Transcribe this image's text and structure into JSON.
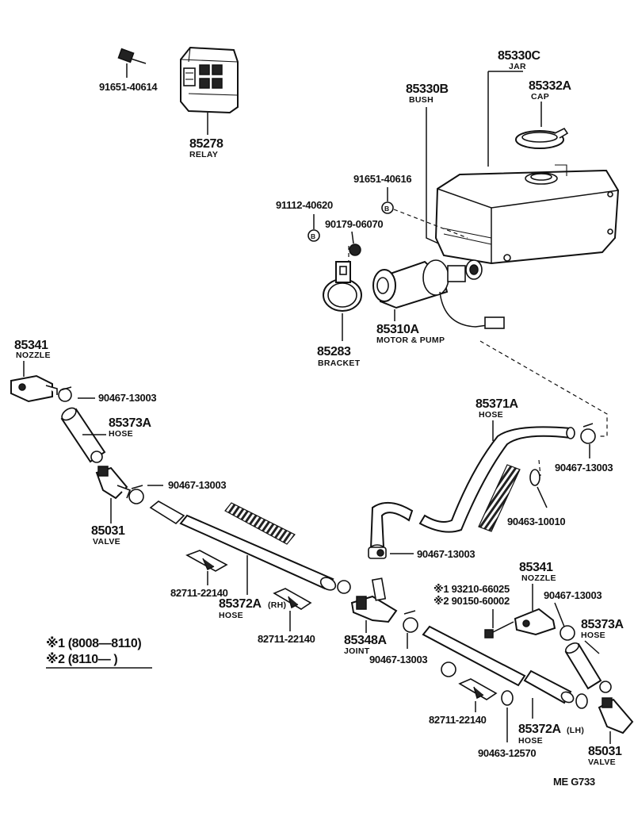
{
  "parts": {
    "bolt_top": "91651-40614",
    "relay_no": "85278",
    "relay_name": "RELAY",
    "jar_no": "85330C",
    "jar_name": "JAR",
    "cap_no": "85332A",
    "cap_name": "CAP",
    "bush_no": "85330B",
    "bush_name": "BUSH",
    "bolt_b": "91651-40616",
    "bolt_a": "91112-40620",
    "nut": "90179-06070",
    "bracket_no": "85283",
    "bracket_name": "BRACKET",
    "motor_no": "85310A",
    "motor_name": "MOTOR & PUMP",
    "nozzle_l_no": "85341",
    "nozzle_l_name": "NOZZLE",
    "clip_1": "90467-13003",
    "hose_l_no": "85373A",
    "hose_l_name": "HOSE",
    "clip_2": "90467-13003",
    "valve_l_no": "85031",
    "valve_l_name": "VALVE",
    "hose_71_no": "85371A",
    "hose_71_name": "HOSE",
    "clip_3": "90467-13003",
    "clamp_1": "90463-10010",
    "clip_4": "90467-13003",
    "nozzle_r_no": "85341",
    "nozzle_r_name": "NOZZLE",
    "ref1": "※1 93210-66025",
    "ref2": "※2 90150-60002",
    "clip_5": "90467-13003",
    "hose_r_no": "85373A",
    "hose_r_name": "HOSE",
    "clamp_a": "82711-22140",
    "hose_rh_no": "85372A",
    "hose_rh_suffix": "(RH)",
    "hose_rh_name": "HOSE",
    "clamp_b": "82711-22140",
    "joint_no": "85348A",
    "joint_name": "JOINT",
    "clip_6": "90467-13003",
    "clamp_c": "82711-22140",
    "hose_lh_no": "85372A",
    "hose_lh_suffix": "(LH)",
    "hose_lh_name": "HOSE",
    "clamp_2": "90463-12570",
    "valve_r_no": "85031",
    "valve_r_name": "VALVE",
    "legend_1": "※1 (8008—8110)",
    "legend_2": "※2 (8110—        )",
    "code": "ME  G733",
    "b_mark": "B"
  }
}
